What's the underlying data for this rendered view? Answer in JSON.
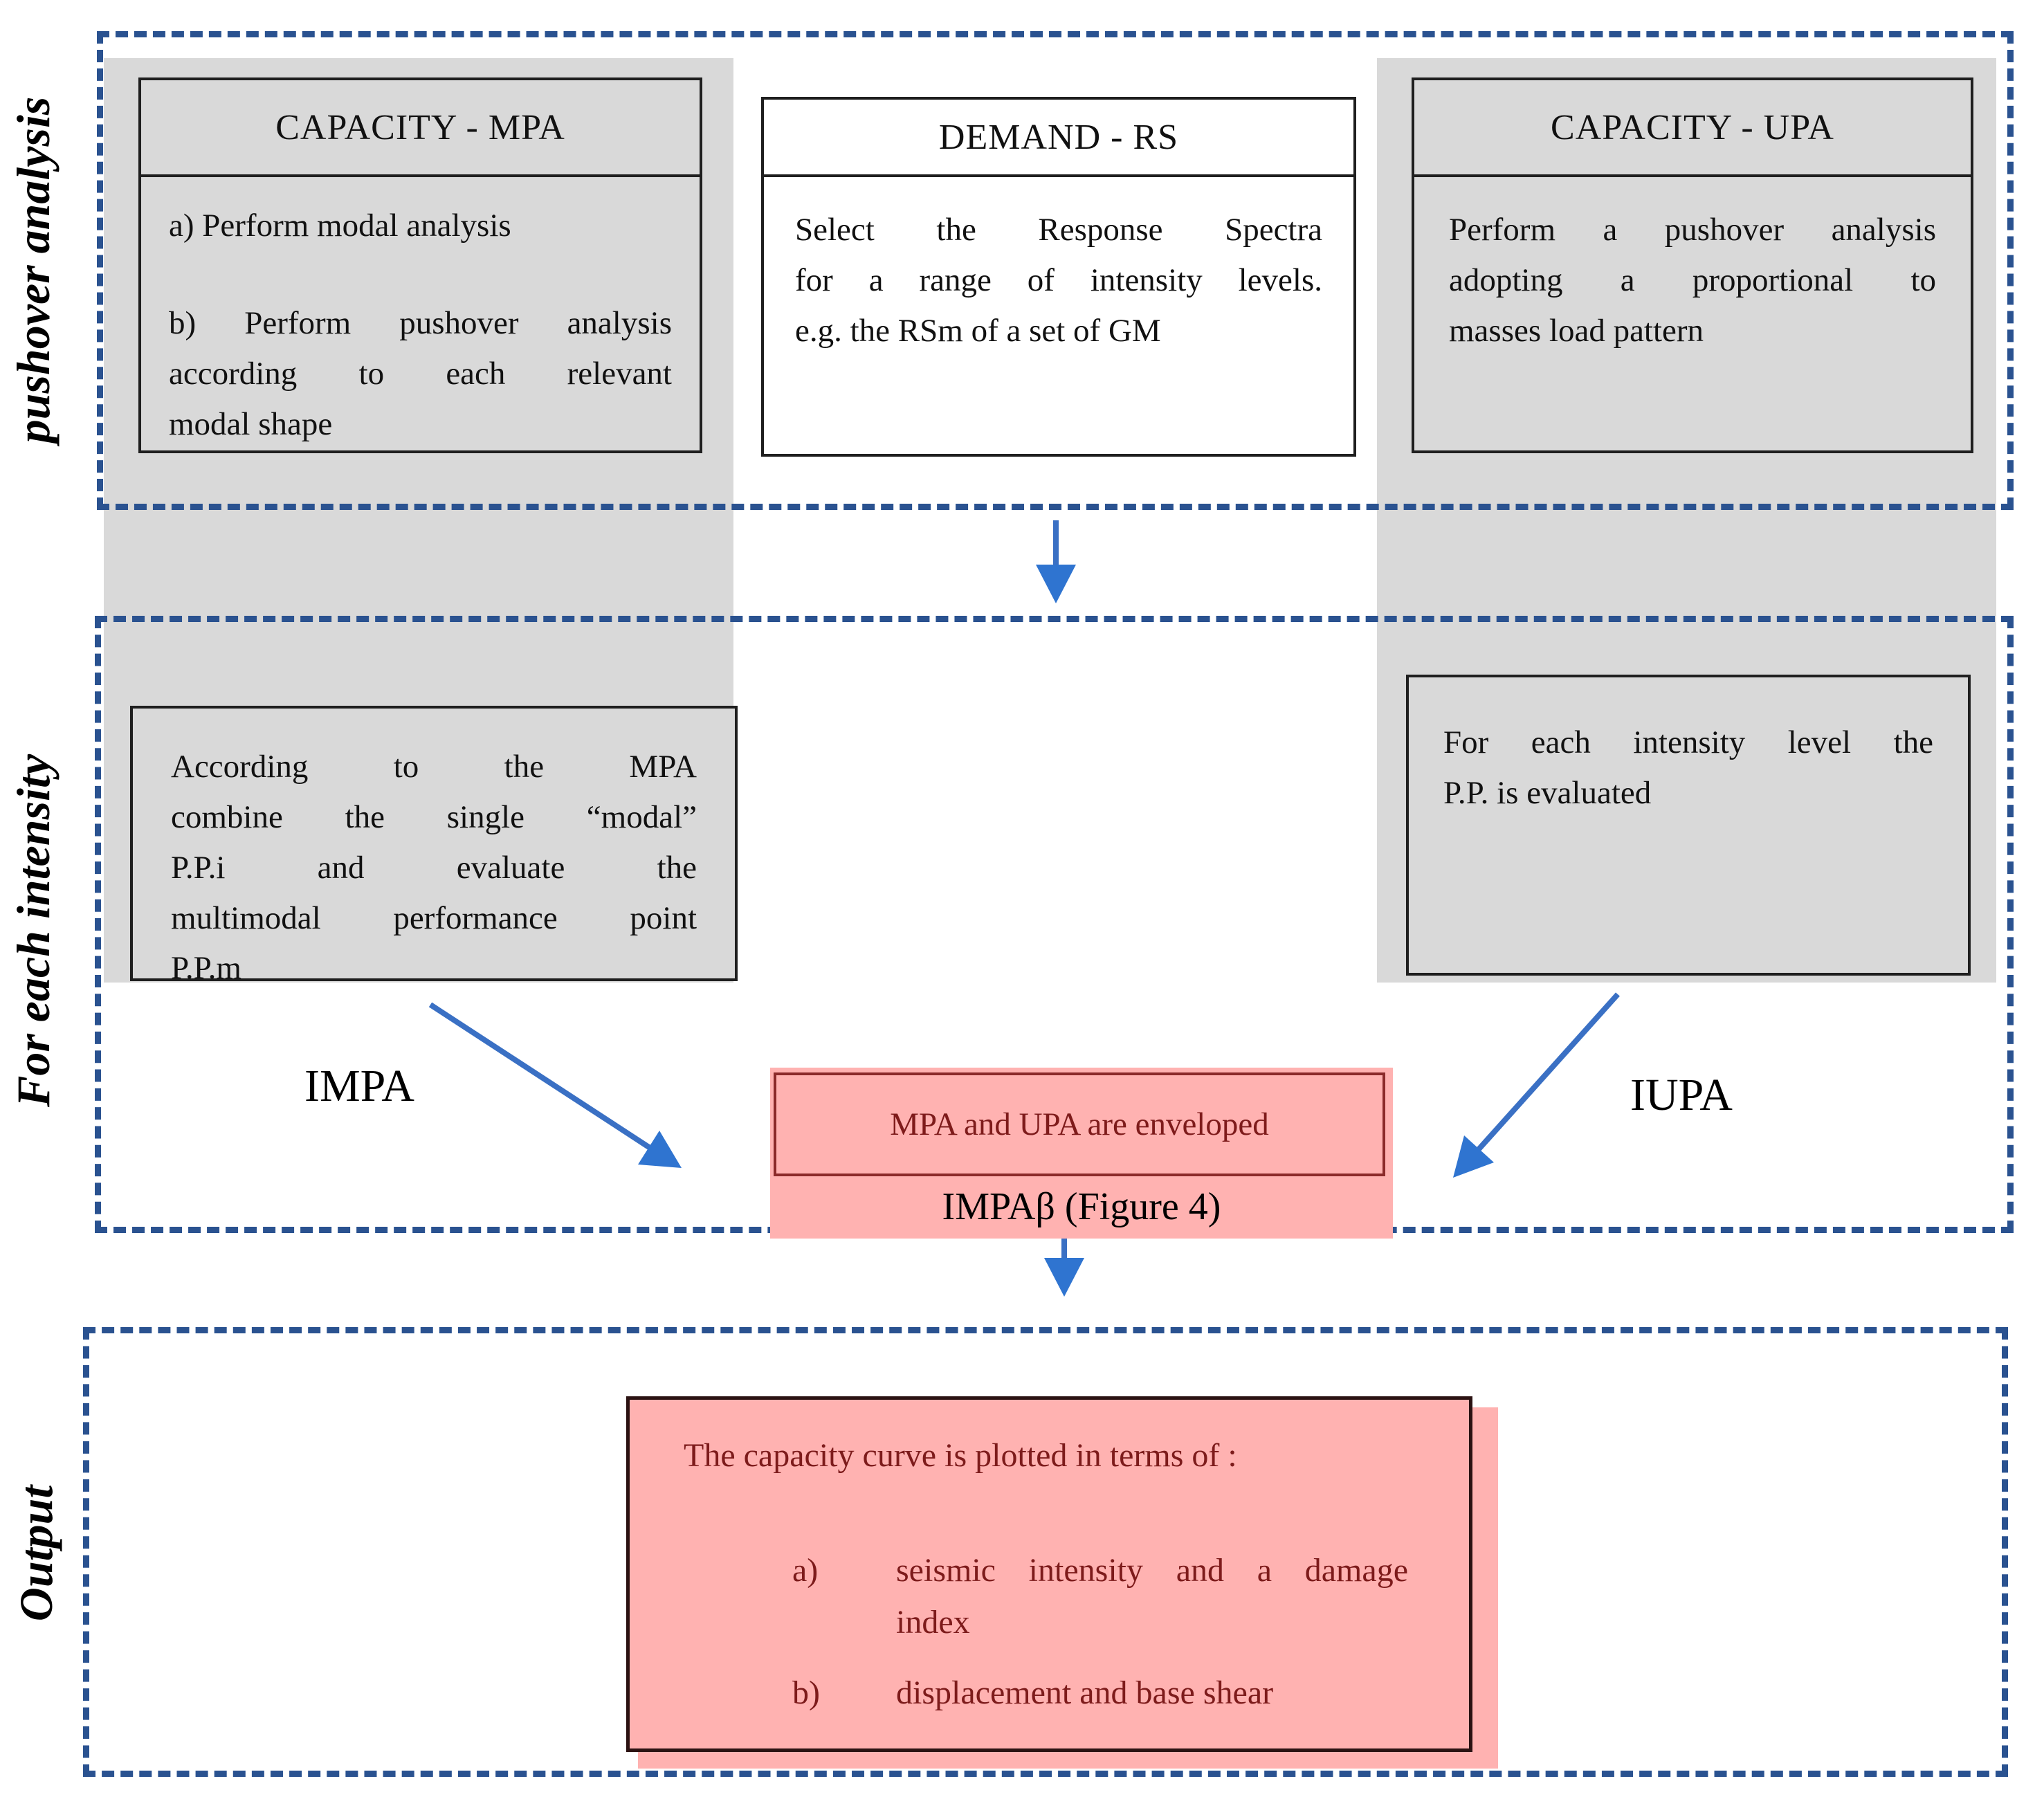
{
  "sections": {
    "pushover": {
      "label": "pushover analysis"
    },
    "intensity": {
      "label": "For each intensity"
    },
    "output": {
      "label": "Output"
    }
  },
  "boxes": {
    "capacity_mpa": {
      "title": "CAPACITY - MPA",
      "item_a": "a) Perform modal analysis",
      "item_b_lines": [
        "b) Perform pushover analysis",
        "according to each relevant",
        "modal shape"
      ]
    },
    "demand_rs": {
      "title": "DEMAND - RS",
      "body_lines": [
        "Select the Response Spectra",
        "for a range of intensity levels.",
        "e.g. the RSm of a set of GM"
      ]
    },
    "capacity_upa": {
      "title": "CAPACITY - UPA",
      "body_lines": [
        "Perform a pushover analysis",
        "adopting a proportional to",
        "masses load pattern"
      ]
    },
    "mpa_combine": {
      "body_lines": [
        "According to the MPA",
        "combine the single “modal”",
        "P.P.i and evaluate the",
        "multimodal performance point",
        "P.P.m"
      ]
    },
    "upa_pp": {
      "body_lines": [
        "For each intensity level the",
        "P.P. is evaluated"
      ]
    },
    "envelope": {
      "title": "MPA and UPA are enveloped",
      "caption": "IMPAβ  (Figure 4)"
    },
    "output_box": {
      "title": "The capacity curve is plotted in terms of :",
      "item_a_marker": "a)",
      "item_a_lines": [
        "seismic intensity and a damage",
        "index"
      ],
      "item_b_marker": "b)",
      "item_b_lines": [
        "displacement and base shear"
      ]
    }
  },
  "labels": {
    "impa": "IMPA",
    "iupa": "IUPA"
  },
  "colors": {
    "dashed_border_blue": "#2a5290",
    "arrow_blue": "#3a70c4",
    "box_gray": "#d9d9d9",
    "pink_fill": "#ffb2b1",
    "maroon_text": "#7e1b1b",
    "maroon_border": "#8b2a2a",
    "box_border_black": "#1f1f1f"
  }
}
